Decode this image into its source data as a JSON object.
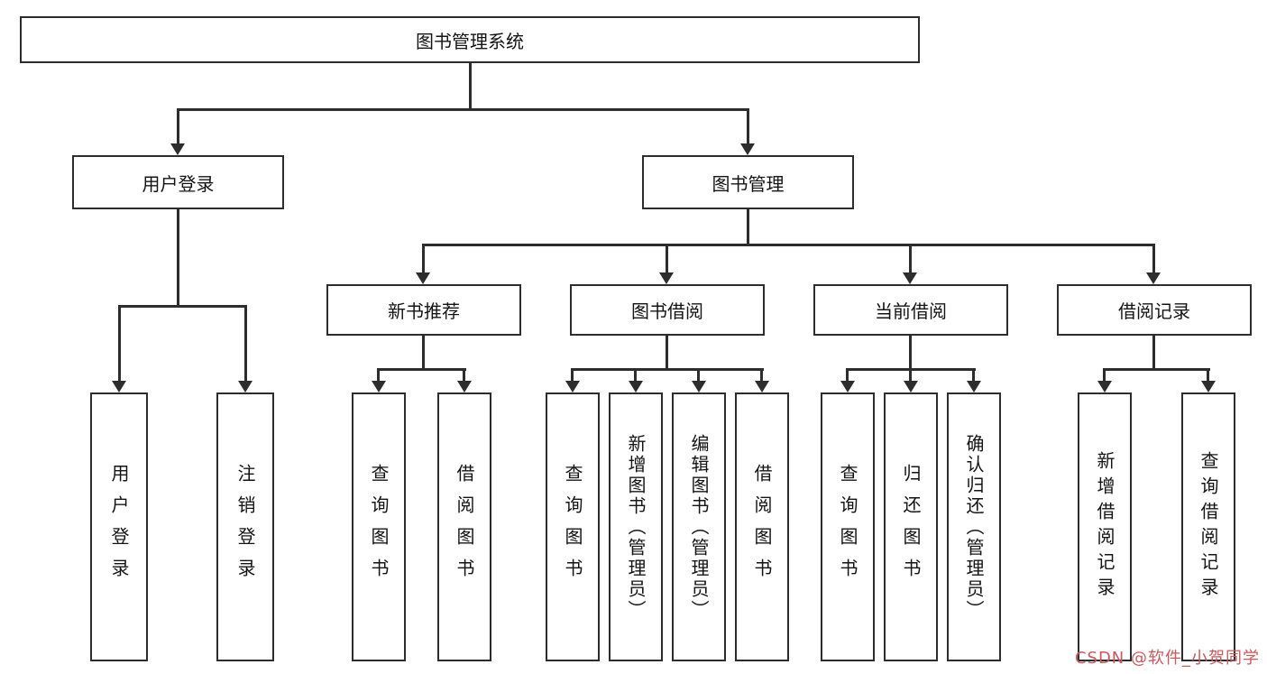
{
  "nodes": {
    "root": "图书管理系统",
    "user_login": "用户登录",
    "book_mgmt": "图书管理",
    "login_children": [
      "用户登录",
      "注销登录"
    ],
    "new_book": "新书推荐",
    "new_book_children": [
      "查询图书",
      "借阅图书"
    ],
    "borrow": "图书借阅",
    "borrow_children": [
      "查询图书",
      "新增图书（管理员）",
      "编辑图书（管理员）",
      "借阅图书"
    ],
    "current": "当前借阅",
    "current_children": [
      "查询图书",
      "归还图书",
      "确认归还（管理员）"
    ],
    "records": "借阅记录",
    "records_children": [
      "新增借阅记录",
      "查询借阅记录"
    ]
  },
  "watermark": "CSDN @软件_小贺同学",
  "colors": {
    "line": "#2d2d2d",
    "watermark": "#c9595c"
  }
}
